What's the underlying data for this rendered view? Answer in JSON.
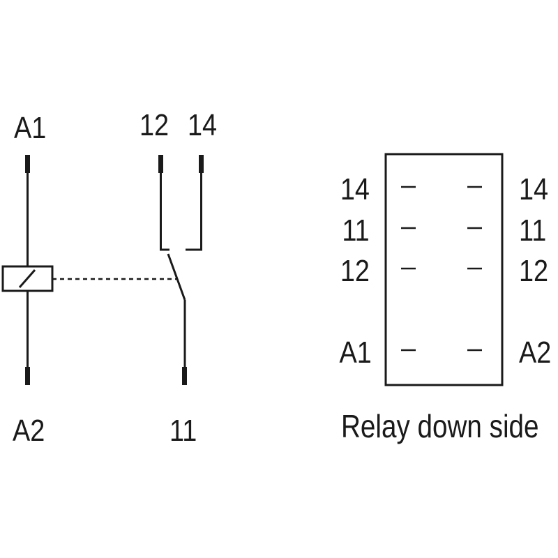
{
  "schematic": {
    "coil_top_terminal": "A1",
    "coil_bottom_terminal": "A2",
    "nc_terminal": "12",
    "no_terminal": "14",
    "common_terminal": "11"
  },
  "pinout": {
    "left_pins": [
      "14",
      "11",
      "12",
      "A1"
    ],
    "right_pins": [
      "14",
      "11",
      "12",
      "A2"
    ],
    "caption": "Relay down side"
  },
  "colors": {
    "ink": "#1a1a1a",
    "background": "#ffffff"
  }
}
